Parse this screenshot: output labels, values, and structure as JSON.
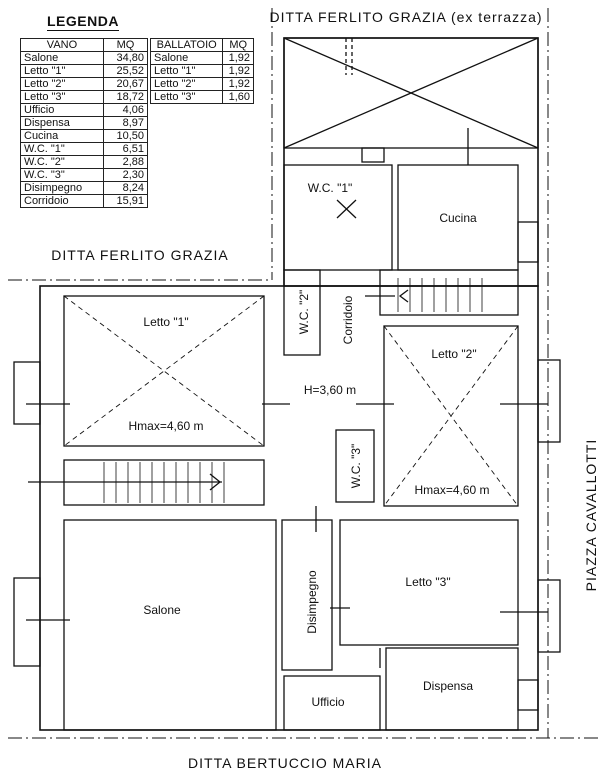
{
  "legend": {
    "title": "LEGENDA",
    "vano_header": "VANO",
    "mq_header": "MQ",
    "vano_rows": [
      {
        "name": "Salone",
        "mq": "34,80"
      },
      {
        "name": "Letto \"1\"",
        "mq": "25,52"
      },
      {
        "name": "Letto \"2\"",
        "mq": "20,67"
      },
      {
        "name": "Letto \"3\"",
        "mq": "18,72"
      },
      {
        "name": "Ufficio",
        "mq": "4,06"
      },
      {
        "name": "Dispensa",
        "mq": "8,97"
      },
      {
        "name": "Cucina",
        "mq": "10,50"
      },
      {
        "name": "W.C. \"1\"",
        "mq": "6,51"
      },
      {
        "name": "W.C. \"2\"",
        "mq": "2,88"
      },
      {
        "name": "W.C. \"3\"",
        "mq": "2,30"
      },
      {
        "name": "Disimpegno",
        "mq": "8,24"
      },
      {
        "name": "Corridoio",
        "mq": "15,91"
      }
    ],
    "ballatoio_header": "BALLATOIO",
    "ballatoio_mq_header": "MQ",
    "ballatoio_rows": [
      {
        "name": "Salone",
        "mq": "1,92"
      },
      {
        "name": "Letto \"1\"",
        "mq": "1,92"
      },
      {
        "name": "Letto \"2\"",
        "mq": "1,92"
      },
      {
        "name": "Letto \"3\"",
        "mq": "1,60"
      }
    ]
  },
  "boundaries": {
    "top": "DITTA FERLITO GRAZIA (ex terrazza)",
    "left": "DITTA FERLITO GRAZIA",
    "bottom": "DITTA BERTUCCIO MARIA",
    "right": "PIAZZA CAVALLOTTI"
  },
  "rooms": {
    "wc1": "W.C. \"1\"",
    "cucina": "Cucina",
    "wc2": "W.C. \"2\"",
    "corridoio": "Corridoio",
    "letto1": "Letto \"1\"",
    "letto1_hmax": "Hmax=4,60 m",
    "corr_height": "H=3,60 m",
    "letto2": "Letto \"2\"",
    "letto2_hmax": "Hmax=4,60 m",
    "wc3": "W.C. \"3\"",
    "salone": "Salone",
    "disimpegno": "Disimpegno",
    "letto3": "Letto \"3\"",
    "dispensa": "Dispensa",
    "ufficio": "Ufficio"
  }
}
